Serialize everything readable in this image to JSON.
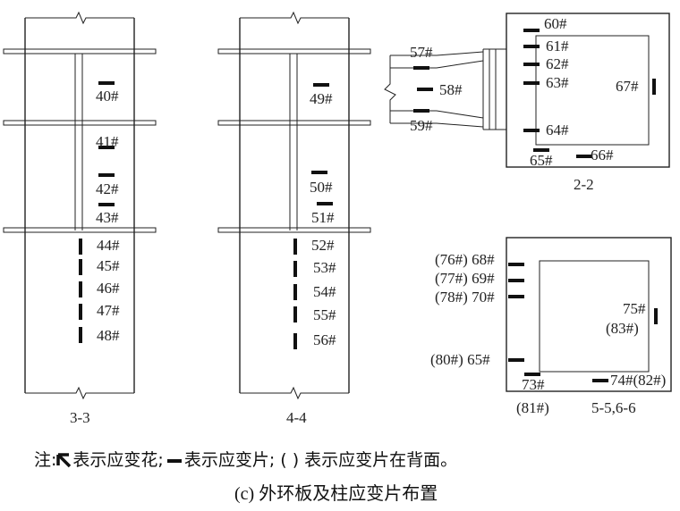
{
  "section_33": {
    "title": "3-3",
    "gauges": [
      "40#",
      "41#",
      "42#",
      "43#",
      "44#",
      "45#",
      "46#",
      "47#",
      "48#"
    ]
  },
  "section_44": {
    "title": "4-4",
    "gauges": [
      "49#",
      "50#",
      "51#",
      "52#",
      "53#",
      "54#",
      "55#",
      "56#"
    ]
  },
  "section_22": {
    "title": "2-2",
    "gauges": [
      "57#",
      "58#",
      "59#",
      "60#",
      "61#",
      "62#",
      "63#",
      "64#",
      "65#",
      "66#",
      "67#"
    ]
  },
  "section_55": {
    "title": "5-5,6-6",
    "gauges": [
      "(76#) 68#",
      "(77#) 69#",
      "(78#) 70#",
      "(80#) 65#",
      "73#",
      "(81#)",
      "74#(82#)",
      "75#",
      "(83#)"
    ]
  },
  "legend": {
    "prefix": "注:",
    "rosette_text": "表示应变花;",
    "bar_text": "表示应变片; ( ) 表示应变片在背面。"
  },
  "caption": "(c) 外环板及柱应变片布置"
}
